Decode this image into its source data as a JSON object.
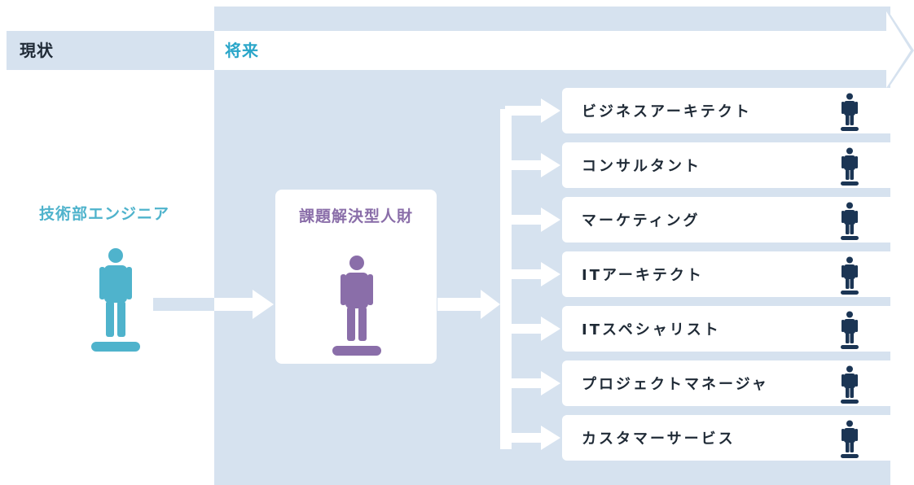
{
  "header": {
    "current_label": "現状",
    "future_label": "将来"
  },
  "current": {
    "title": "技術部エンジニア",
    "icon": "person-icon",
    "color": "#4fb3cc"
  },
  "hub": {
    "title": "課題解決型人財",
    "icon": "person-icon",
    "color": "#8a6ea9"
  },
  "roles": [
    {
      "label": "ビジネスアーキテクト",
      "icon": "person-icon"
    },
    {
      "label": "コンサルタント",
      "icon": "person-icon"
    },
    {
      "label": "マーケティング",
      "icon": "person-icon"
    },
    {
      "label": "ITアーキテクト",
      "icon": "person-icon"
    },
    {
      "label": "ITスペシャリスト",
      "icon": "person-icon"
    },
    {
      "label": "プロジェクトマネージャ",
      "icon": "person-icon"
    },
    {
      "label": "カスタマーサービス",
      "icon": "person-icon"
    }
  ],
  "colors": {
    "panel": "#d6e2ef",
    "role_text": "#1f2a36",
    "role_icon": "#1b3554",
    "future_label": "#2aa6c9"
  }
}
